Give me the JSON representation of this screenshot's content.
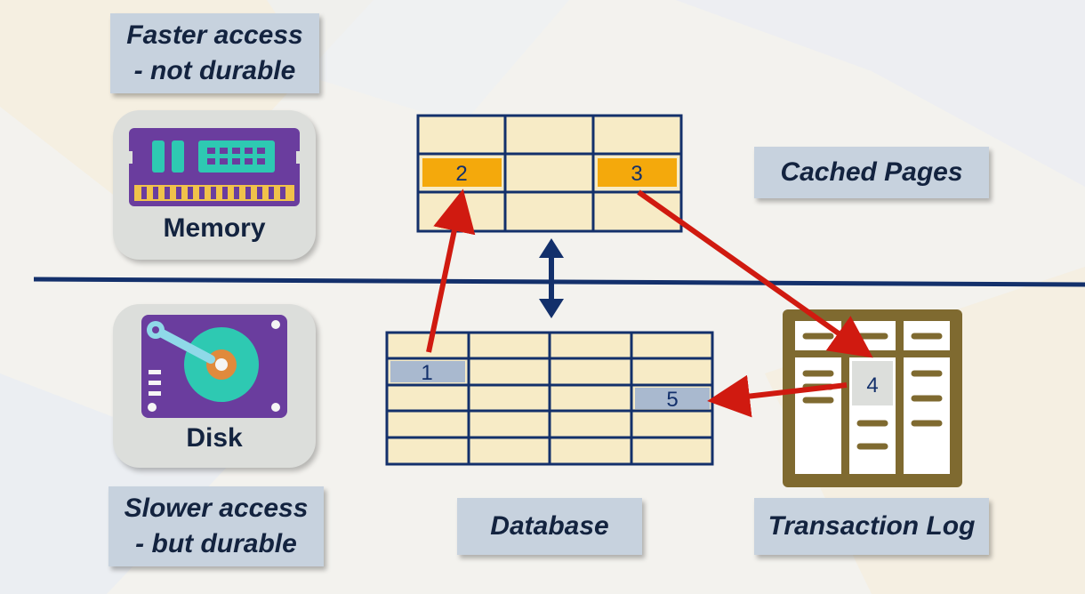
{
  "labels": {
    "memory_note": "Faster access\n- not durable",
    "disk_note": "Slower access\n- but durable",
    "cached_pages": "Cached Pages",
    "database": "Database",
    "transaction_log": "Transaction Log"
  },
  "tiles": {
    "memory": "Memory",
    "disk": "Disk"
  },
  "cells": {
    "c1": "1",
    "c2": "2",
    "c3": "3",
    "c4": "4",
    "c5": "5"
  },
  "colors": {
    "navy": "#13306b",
    "cell_fill": "#f7ebc6",
    "highlight_orange": "#f4a90c",
    "highlight_blue": "#a9b9cf",
    "arrow_red": "#d01a10",
    "log_frame": "#7f6a30",
    "purple": "#6a3d9e",
    "teal": "#2ec9b2"
  },
  "icons": {
    "memory": "ram-chip-icon",
    "disk": "hard-drive-icon"
  }
}
